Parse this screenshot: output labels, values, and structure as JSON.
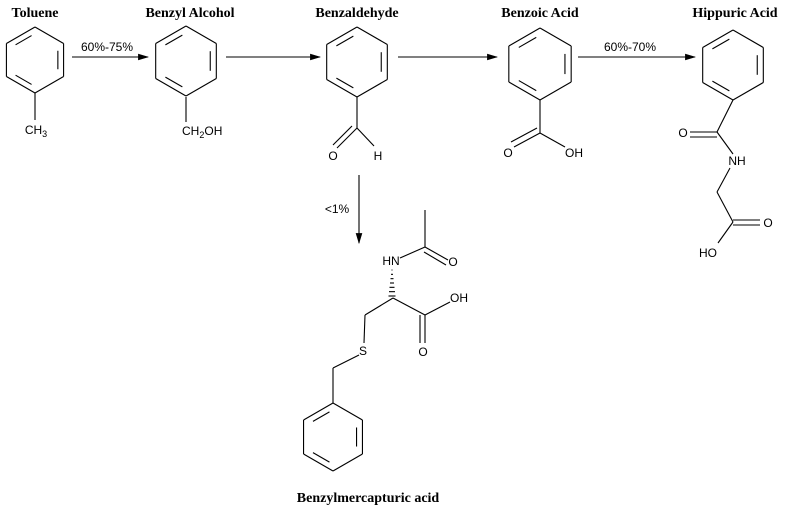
{
  "compounds": {
    "toluene": {
      "name": "Toluene",
      "group": "CH",
      "group_sub": "3"
    },
    "benzyl_alcohol": {
      "name": "Benzyl Alcohol",
      "group_a": "CH",
      "group_sub": "2",
      "group_b": "OH"
    },
    "benzaldehyde": {
      "name": "Benzaldehyde",
      "o": "O",
      "h": "H"
    },
    "benzoic_acid": {
      "name": "Benzoic Acid",
      "o": "O",
      "oh": "OH"
    },
    "hippuric_acid": {
      "name": "Hippuric Acid",
      "o1": "O",
      "nh": "NH",
      "o2": "O",
      "ho": "HO"
    },
    "benzylmercapturic_acid": {
      "name": "Benzylmercapturic acid",
      "hn": "HN",
      "o1": "O",
      "oh": "OH",
      "o2": "O",
      "s": "S"
    }
  },
  "arrows": [
    {
      "from": "Toluene",
      "to": "Benzyl Alcohol",
      "label": "60%-75%"
    },
    {
      "from": "Benzyl Alcohol",
      "to": "Benzaldehyde",
      "label": ""
    },
    {
      "from": "Benzaldehyde",
      "to": "Benzoic Acid",
      "label": ""
    },
    {
      "from": "Benzoic Acid",
      "to": "Hippuric Acid",
      "label": "60%-70%"
    },
    {
      "from": "Benzaldehyde",
      "to": "Benzylmercapturic acid",
      "label": "<1%"
    }
  ]
}
